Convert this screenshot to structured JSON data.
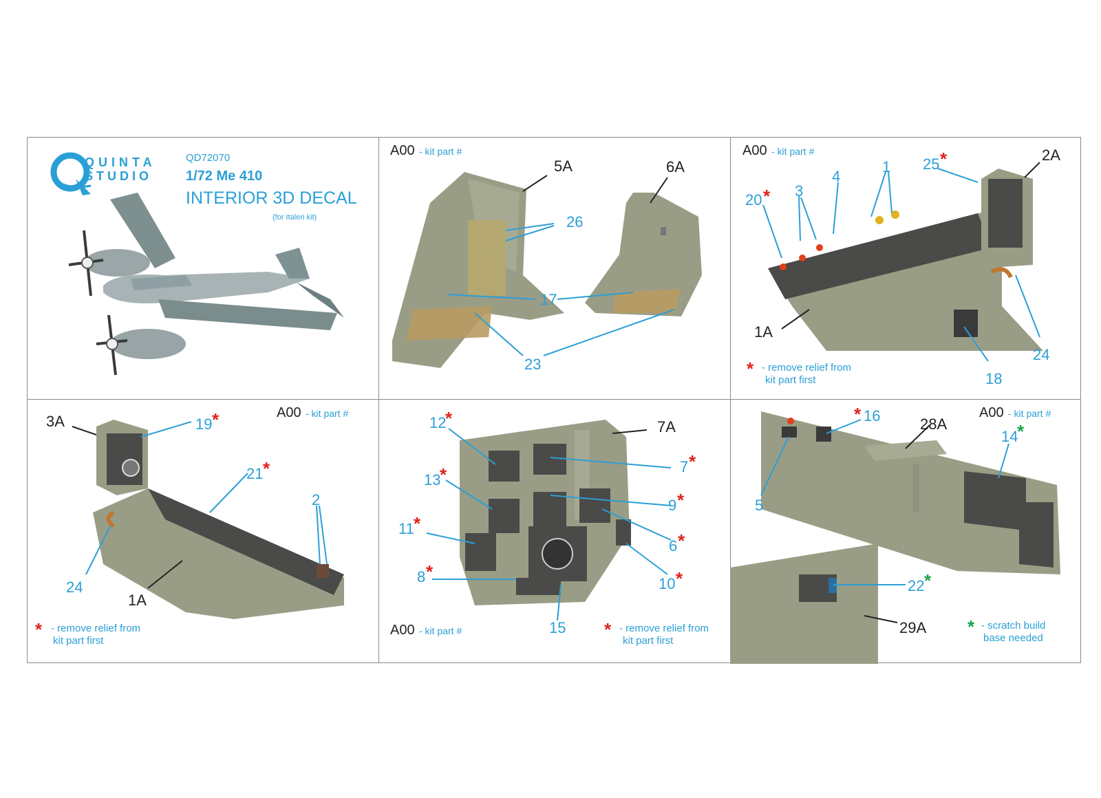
{
  "brand": {
    "line1": "QUINTA",
    "line2": "STUDIO"
  },
  "product": {
    "code": "QD72070",
    "scale_model": "1/72 Me 410",
    "name": "INTERIOR 3D DECAL",
    "note": "(for Italeri kit)"
  },
  "kit_ref": {
    "code": "A00",
    "text": "- kit part #"
  },
  "remove_note": {
    "line1": "- remove relief from",
    "line2": "kit part first"
  },
  "scratch_note": {
    "line1": "- scratch build",
    "line2": "base needed"
  },
  "star": "*",
  "colors": {
    "accent": "#2a9fd6",
    "red_star": "#e0241b",
    "green_star": "#1aa34a",
    "resin_grey": "#9a9d86",
    "panel_dark": "#4a4a48"
  },
  "panel2": {
    "part_a": "5A",
    "part_b": "6A",
    "c26": "26",
    "c17": "17",
    "c23": "23"
  },
  "panel3": {
    "p2a": "2A",
    "p1a": "1A",
    "c1": "1",
    "c3": "3",
    "c4": "4",
    "c20": "20",
    "c25": "25",
    "c24": "24",
    "c18": "18"
  },
  "panel4": {
    "p3a": "3A",
    "p1a": "1A",
    "c19": "19",
    "c21": "21",
    "c2": "2",
    "c24": "24"
  },
  "panel5": {
    "p7a": "7A",
    "c12": "12",
    "c13": "13",
    "c11": "11",
    "c8": "8",
    "c7": "7",
    "c9": "9",
    "c6": "6",
    "c10": "10",
    "c15": "15"
  },
  "panel6": {
    "p28a": "28A",
    "p29a": "29A",
    "c16": "16",
    "c5": "5",
    "c14": "14",
    "c22": "22"
  }
}
